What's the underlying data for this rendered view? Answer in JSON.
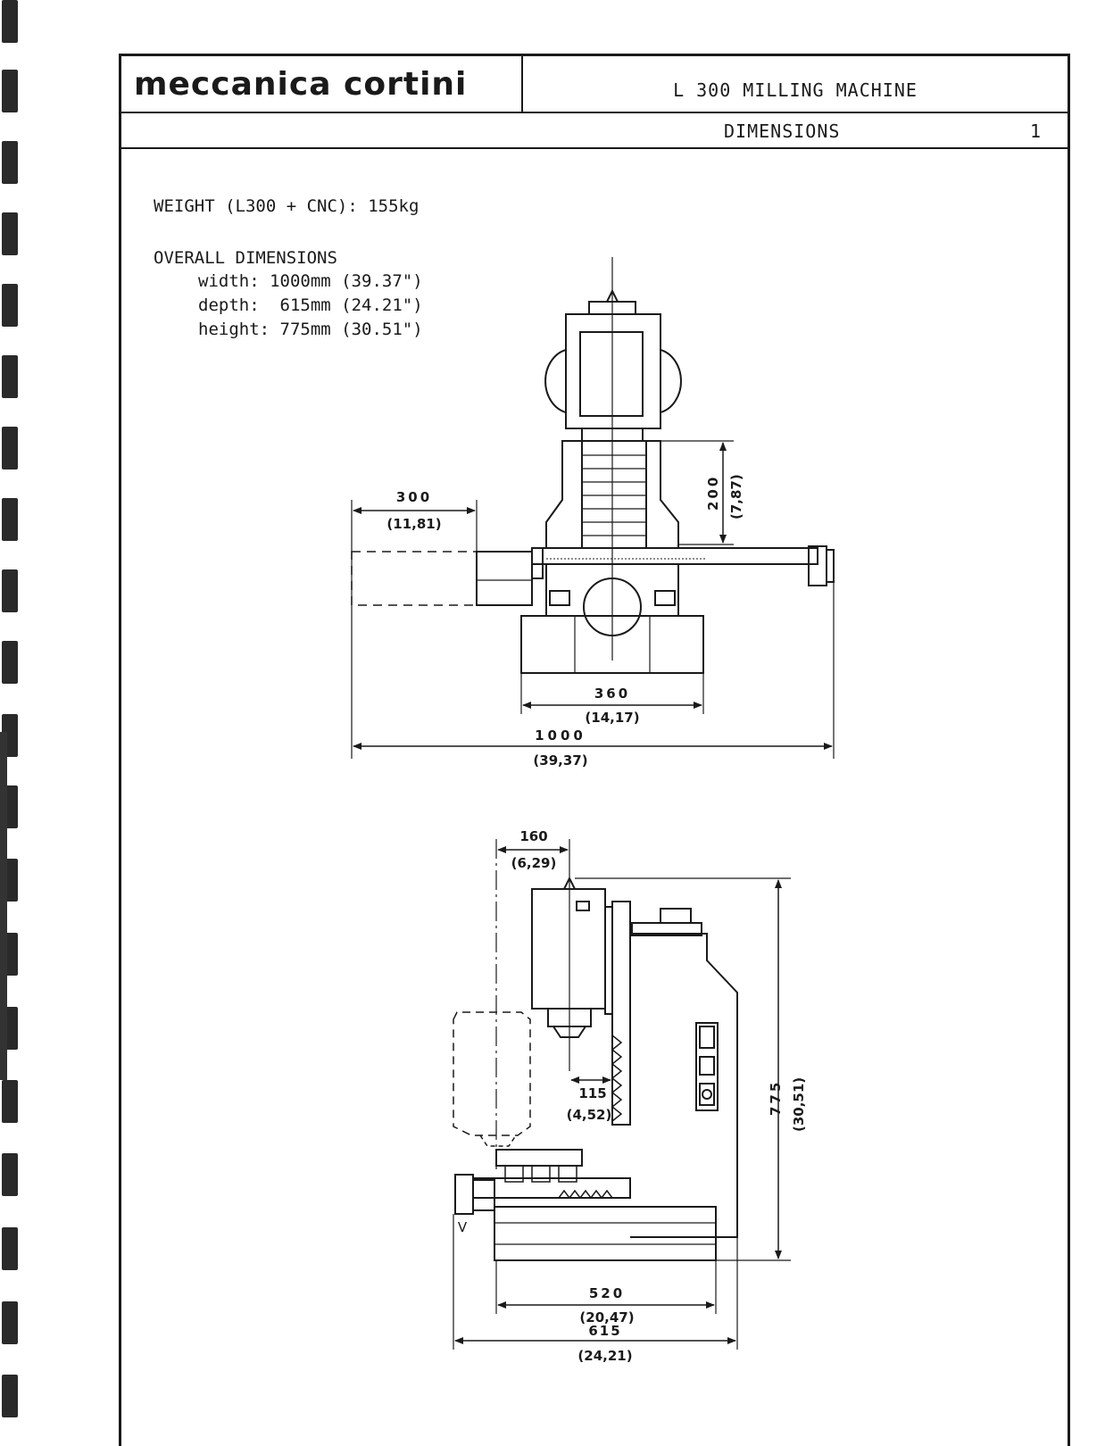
{
  "header": {
    "logo": "meccanica cortini",
    "title": "L 300  MILLING MACHINE",
    "section": "DIMENSIONS",
    "page_number": "1"
  },
  "specs": {
    "weight": "WEIGHT (L300 + CNC): 155kg",
    "overall_title": "OVERALL DIMENSIONS",
    "width": "width: 1000mm (39.37\")",
    "depth": "depth:  615mm (24.21\")",
    "height": "height: 775mm (30.51\")"
  },
  "front_view": {
    "travel_300": "300",
    "travel_300_in": "(11,81)",
    "head_200": "200",
    "head_200_in": "(7,87)",
    "base_360": "360",
    "base_360_in": "(14,17)",
    "overall_1000": "1000",
    "overall_1000_in": "(39,37)"
  },
  "side_view": {
    "offset_160": "160",
    "offset_160_in": "(6,29)",
    "travel_115": "115",
    "travel_115_in": "(4,52)",
    "height_775": "775",
    "height_775_in": "(30,51)",
    "base_520": "520",
    "base_520_in": "(20,47)",
    "depth_615": "615",
    "depth_615_in": "(24,21)",
    "v_mark": "V"
  }
}
